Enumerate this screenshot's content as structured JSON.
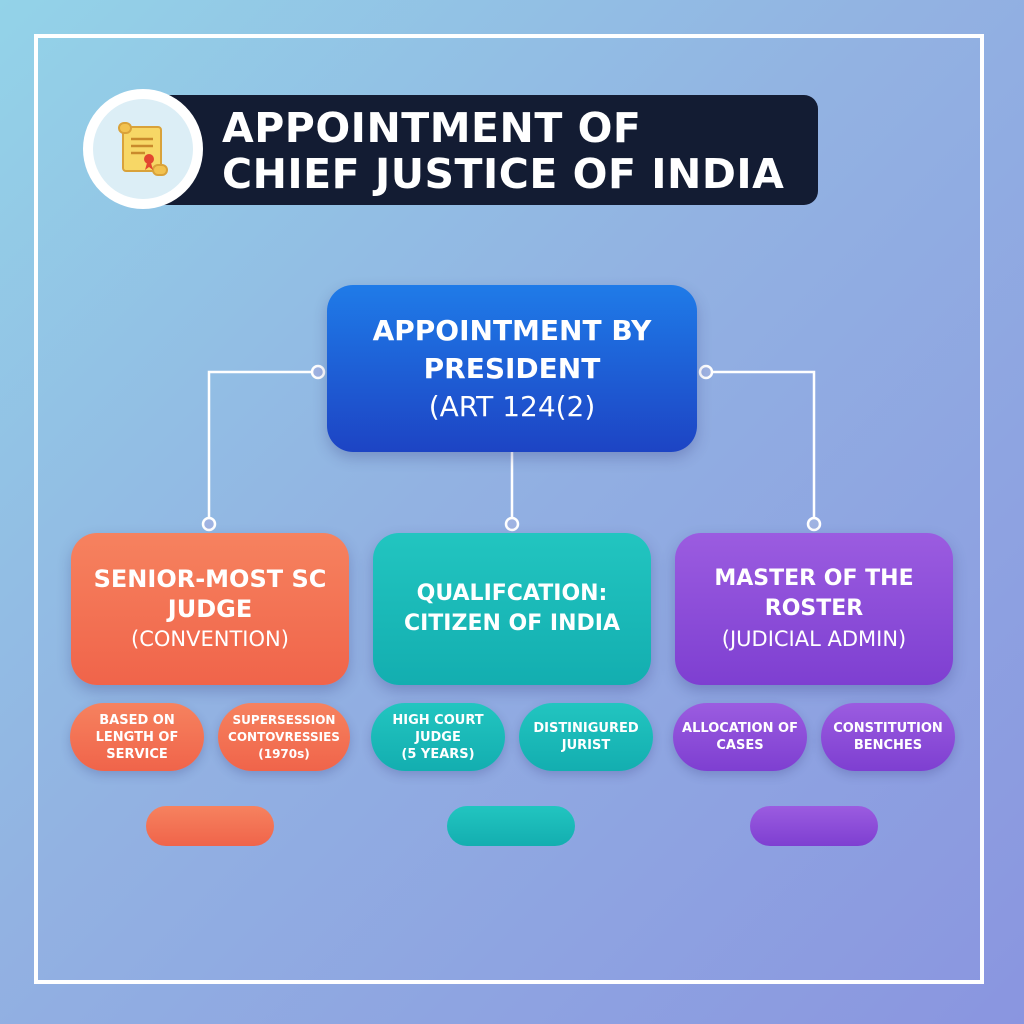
{
  "header": {
    "title_line1": "APPOINTMENT OF",
    "title_line2": "CHIEF JUSTICE OF INDIA",
    "icon": "scroll-icon"
  },
  "root": {
    "line1": "APPOINTMENT BY",
    "line2": "PRESIDENT",
    "line3": "(ART 124(2)"
  },
  "branches": [
    {
      "line1": "SENIOR-MOST SC",
      "line2": "JUDGE",
      "line3": "(CONVENTION)",
      "color": "#f26b4f",
      "pills": [
        {
          "line1": "BASED ON",
          "line2": "LENGTH OF",
          "line3": "SERVICE"
        },
        {
          "line1": "SUPERSESSION",
          "line2": "CONTOVRESSIES",
          "line3": "(1970s)"
        }
      ]
    },
    {
      "line1": "QUALIFCATION:",
      "line2": "CITIZEN OF INDIA",
      "color": "#18b8b8",
      "pills": [
        {
          "line1": "HIGH COURT",
          "line2": "JUDGE",
          "line3": "(5 YEARS)"
        },
        {
          "line1": "DISTINIGURED",
          "line2": "JURIST"
        }
      ]
    },
    {
      "line1": "MASTER OF THE",
      "line2": "ROSTER",
      "line3": "(JUDICIAL ADMIN)",
      "color": "#8745d6",
      "pills": [
        {
          "line1": "ALLOCATION OF",
          "line2": "CASES"
        },
        {
          "line1": "CONSTITUTION",
          "line2": "BENCHES"
        }
      ]
    }
  ],
  "colors": {
    "orange": "#f26b4f",
    "teal": "#18b8b8",
    "purple": "#8745d6",
    "blue": "#1f5fd8",
    "title_bg": "#131c33"
  }
}
